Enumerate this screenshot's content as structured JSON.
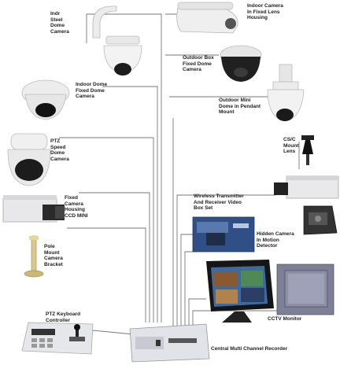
{
  "labels": {
    "wall_dome_top": "Indr\nSteel\nDome\nCamera",
    "outdoor_housing": "Indoor Camera\nIn Fixed Lens\nHousing",
    "indoor_dome": "Indoor Dome\nFixed Dome\nCamera",
    "fixed_dome_center": "Outdoor Box\nFixed Dome\nCamera",
    "pendant_dome": "Outdoor Mini\nDome in Pendant\nMount",
    "ptz_dome": "PTZ\nSpeed\nDome\nCamera",
    "lens_holder": "CS/C\nMount\nLens",
    "box_camera_left": "Fixed\nCamera\nHousing\nCCD MINI",
    "video_transmitter": "Wireless Transmitter\nAnd Receiver Video\nBox Set",
    "hidden_camera": "Hidden Camera\nIn Motion\nDetector",
    "pole_mount": "Pole\nMount\nCamera\nBracket",
    "keyboard_controller": "PTZ Keyboard\nController",
    "crt_monitor": "CCTV Monitor",
    "dvr": "Central Multi Channel Recorder"
  },
  "colors": {
    "wire": "#777777",
    "device_light": "#e9e9ec",
    "device_dark": "#1a1a1a",
    "screen_blue": "#2f4f86",
    "monitor_gray": "#8d8fa6"
  }
}
